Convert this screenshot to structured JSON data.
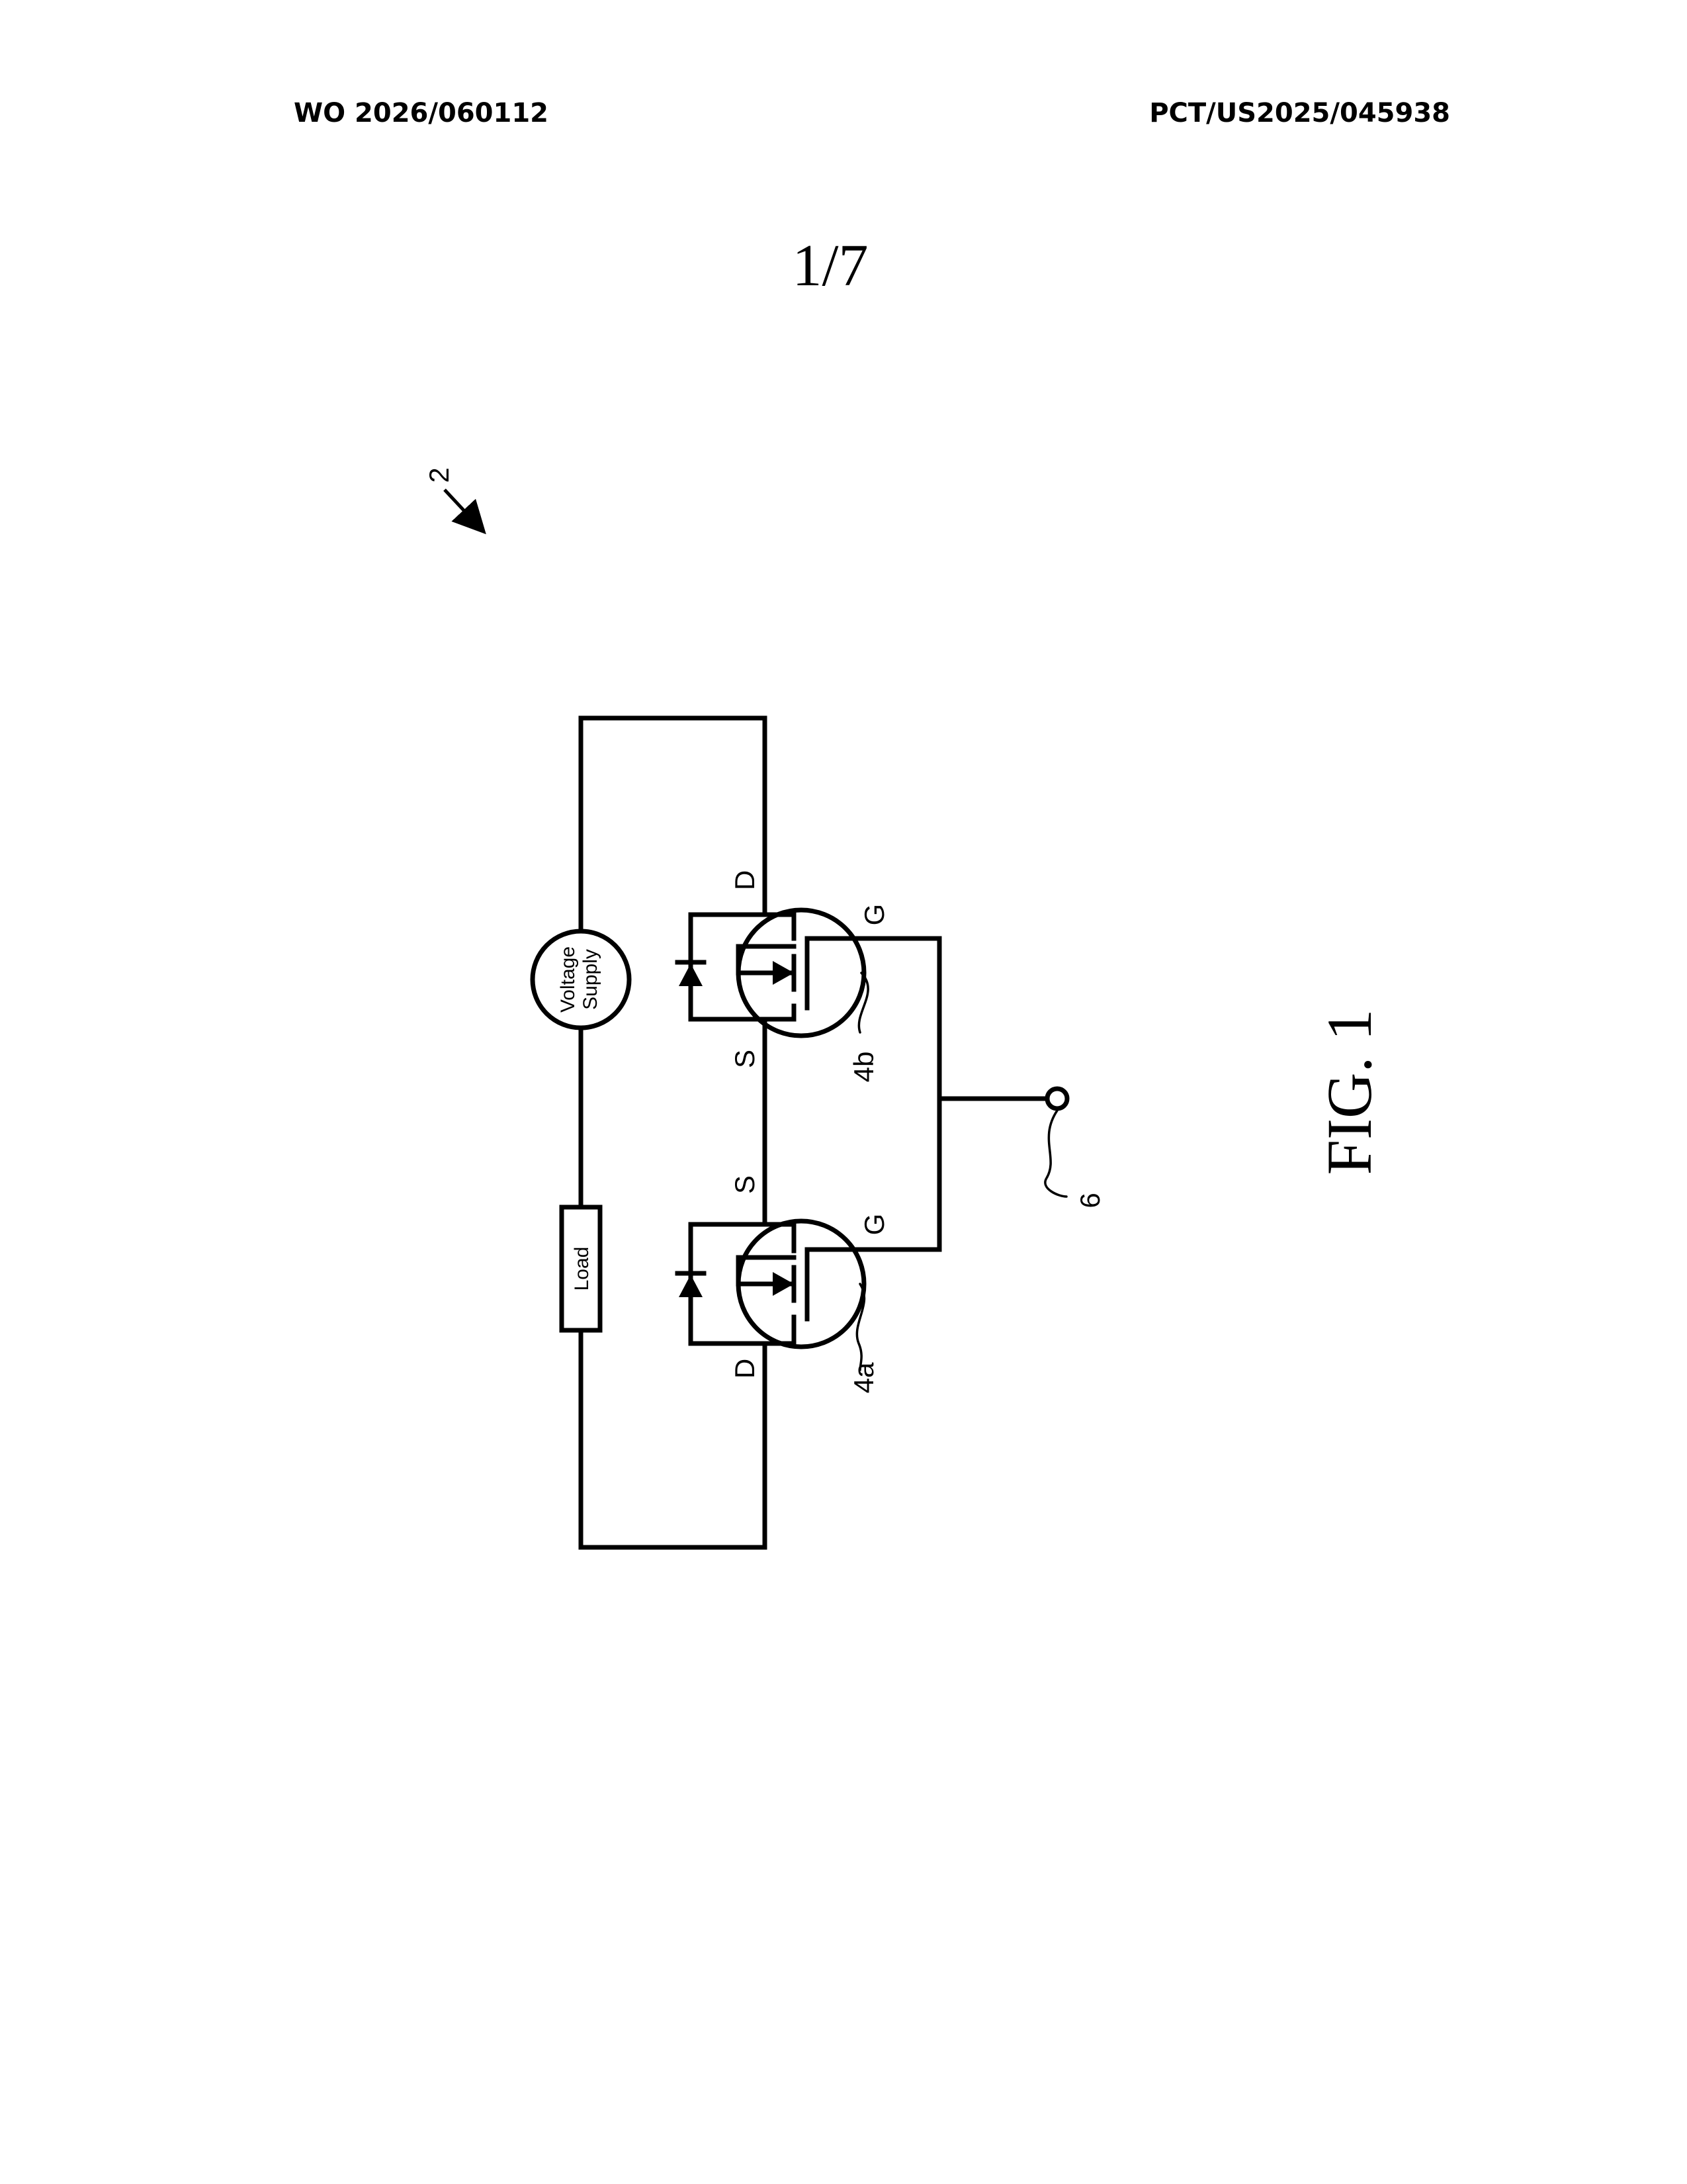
{
  "header": {
    "publication_number": "WO 2026/060112",
    "application_number": "PCT/US2025/045938"
  },
  "sheet_number": "1/7",
  "figure": {
    "caption": "FIG. 1",
    "ref_circuit": "2",
    "ref_mosfet_a": "4a",
    "ref_mosfet_b": "4b",
    "ref_gate_terminal": "6",
    "components": {
      "voltage_supply": [
        "Voltage",
        "Supply"
      ],
      "load": "Load"
    },
    "terminal_labels": {
      "drain": "D",
      "source": "S",
      "gate": "G"
    }
  }
}
